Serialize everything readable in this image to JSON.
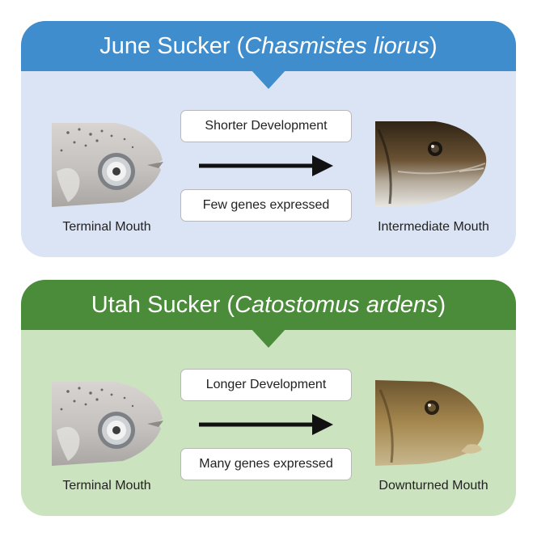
{
  "colors": {
    "june_header": "#3f8dcc",
    "june_panel": "#dbe4f4",
    "utah_header": "#4b8c3a",
    "utah_panel": "#cce3bf"
  },
  "june": {
    "title_common": "June Sucker (",
    "title_scientific": "Chasmistes liorus",
    "title_close": ")",
    "development": "Shorter Development",
    "genes": "Few genes expressed",
    "left_caption": "Terminal Mouth",
    "right_caption": "Intermediate Mouth"
  },
  "utah": {
    "title_common": "Utah Sucker (",
    "title_scientific": "Catostomus ardens",
    "title_close": ")",
    "development": "Longer Development",
    "genes": "Many genes expressed",
    "left_caption": "Terminal Mouth",
    "right_caption": "Downturned Mouth"
  },
  "icons": {
    "larva": "larval-fish-head-icon",
    "adult_june": "intermediate-mouth-fish-head-icon",
    "adult_utah": "downturned-mouth-fish-head-icon",
    "arrow": "right-arrow-icon"
  }
}
